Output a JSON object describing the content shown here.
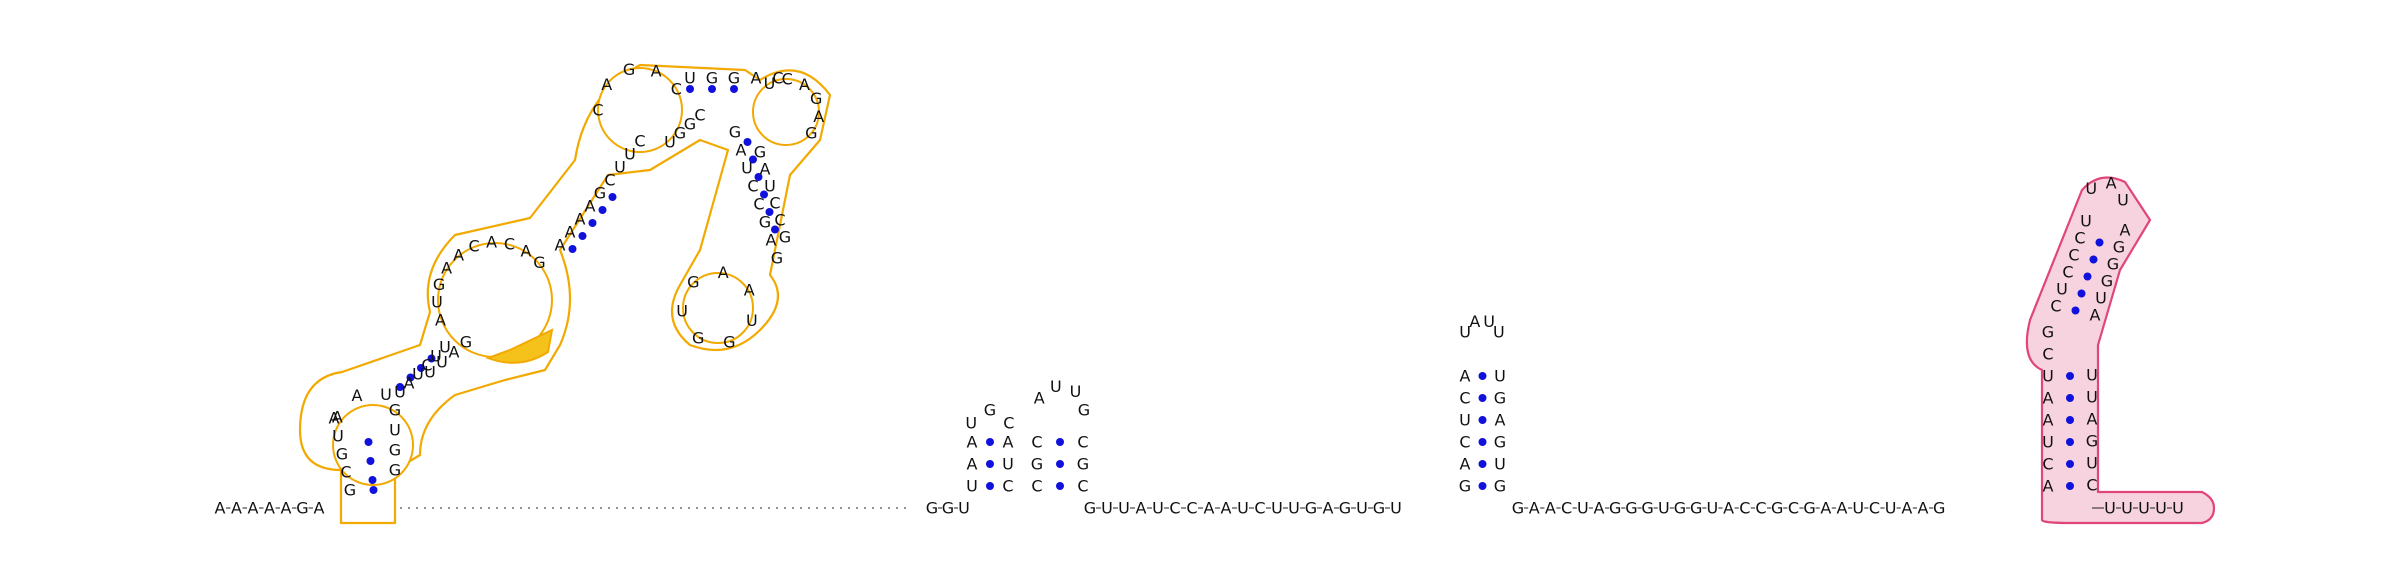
{
  "colors": {
    "orange_outline": "#f2a900",
    "orange_fill": "#f5c11b",
    "pink_outline": "#e0457b",
    "pink_fill": "#f7d3e0",
    "pair_dot": "#1111dd",
    "backbone": "#222222"
  },
  "sequence": {
    "lead": "AAAAAGA",
    "hp1_inner_5": "GCGUA",
    "hp1_loop": "AAU",
    "hp1_inner_3": "GUGG",
    "tail_a": "UAUCUU",
    "big_bulge": "UUAGAUGAACACAG",
    "upper5": "AAAAGCUUC",
    "apex_loop": "CAGAC",
    "arm_left": "UGGC",
    "mid3": "UGGAC",
    "loop3": "UCAGAG",
    "lower_right": "GAUCCGAG",
    "loop4": "UGGUGAA",
    "spacer": "GGU",
    "hpA_stem5": "UAA",
    "hpA_loop": "UGC",
    "hpA_stem3": "AUC",
    "hpB_loop": "AUUG",
    "hpB_stem": "CGC",
    "linker": "GUUAUCCAAUCUUGAGUGU",
    "hpC_stem5": "GACUCA",
    "hpC_loop": "UAUU",
    "hpC_stem3": "UGAGUG",
    "linker2": "GAACUAGGGUGGUACCGCGAAUCUAAG",
    "hpD_stem5": "ACUAAUCGCUCCCU",
    "hpD_loop": "UAU",
    "hpD_stem3": "AGGGUAUUAGUC",
    "trail": "UUUUU"
  }
}
